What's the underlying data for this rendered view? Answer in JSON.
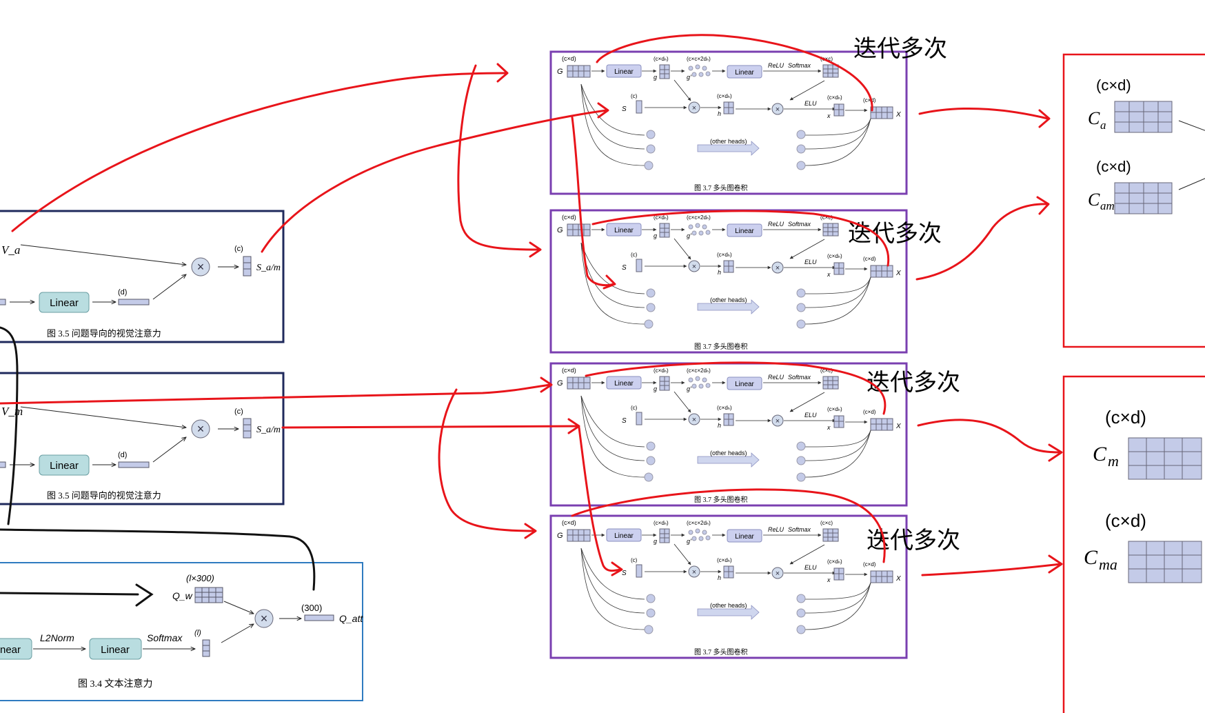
{
  "colors": {
    "navy": "#1f2a5c",
    "blue_frame": "#2e7bc0",
    "purple_frame": "#7a3fb0",
    "red_ink": "#e8141a",
    "black_ink": "#111111",
    "teal_box": "#b9dde0",
    "lavender_box": "#ccd0ef",
    "grid_fill": "#c4cbe8",
    "op_circle": "#d2dcec"
  },
  "left_panels": {
    "va_panel": {
      "input": "V_a",
      "c": "(c)",
      "out": "S_a/m",
      "d": "(d)",
      "linear": "Linear",
      "caption": "图 3.5   问题导向的视觉注意力"
    },
    "vm_panel": {
      "input": "V_m",
      "c": "(c)",
      "out": "S_a/m",
      "d": "(d)",
      "linear": "Linear",
      "caption": "图 3.5   问题导向的视觉注意力"
    },
    "text_panel": {
      "lx300": "(l×300)",
      "qw": "Q_w",
      "p300": "(300)",
      "qatt": "Q_att",
      "near": "near",
      "l2norm": "L2Norm",
      "linear": "Linear",
      "softmax": "Softmax",
      "l": "(l)",
      "caption": "图 3.4   文本注意力"
    }
  },
  "mhgc": {
    "g": "G",
    "cxd": "(c×d)",
    "linear1": "Linear",
    "cxdh": "(c×dₕ)",
    "gsub": "g",
    "cxcx2dh": "(c×c×2dₕ)",
    "gprime": "g'",
    "linear2": "Linear",
    "relu": "ReLU",
    "softmax": "Softmax",
    "cxc": "(c×c)",
    "c": "(c)",
    "s": "S",
    "h": "h",
    "elu": "ELU",
    "x": "x",
    "cxd2": "(c×d)",
    "X": "X",
    "other_heads": "(other heads)",
    "caption": "图 3.7   多头图卷积"
  },
  "iter_label": "迭代多次",
  "outputs": {
    "top": [
      {
        "dim": "(c×d)",
        "label": "C",
        "sub": "a"
      },
      {
        "dim": "(c×d)",
        "label": "C",
        "sub": "am"
      }
    ],
    "bottom": [
      {
        "dim": "(c×d)",
        "label": "C",
        "sub": "m"
      },
      {
        "dim": "(c×d)",
        "label": "C",
        "sub": "ma"
      }
    ]
  }
}
